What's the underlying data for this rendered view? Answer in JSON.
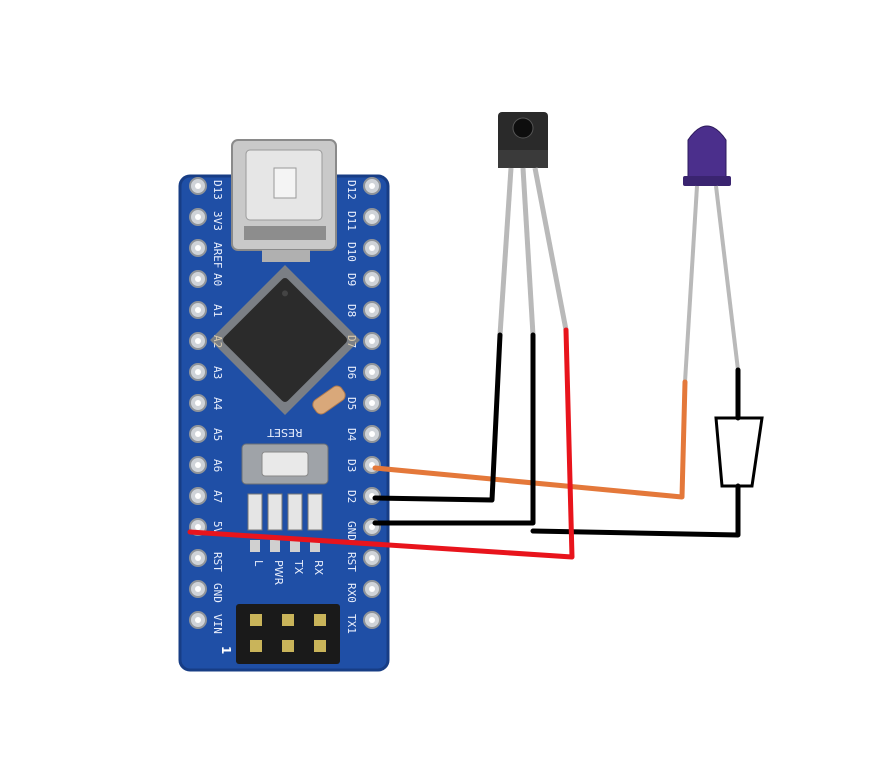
{
  "board": {
    "left_pins": [
      "D13",
      "3V3",
      "AREF",
      "A0",
      "A1",
      "A2",
      "A3",
      "A4",
      "A5",
      "A6",
      "A7",
      "5V",
      "RST",
      "GND",
      "VIN"
    ],
    "right_pins": [
      "D12",
      "D11",
      "D10",
      "D9",
      "D8",
      "D7",
      "D6",
      "D5",
      "D4",
      "D3",
      "D2",
      "GND",
      "RST",
      "RX0",
      "TX1"
    ],
    "silk_reset": "RESET",
    "silk_leds": [
      "L",
      "PWR",
      "TX",
      "RX"
    ],
    "header_marker": "1"
  },
  "colors": {
    "pcb": "#1f4fa6",
    "pcb_edge": "#173d85",
    "wire_black": "#000000",
    "wire_red": "#e8141c",
    "wire_orange": "#e4783a",
    "led_body": "#4b2f8c",
    "receiver_body": "#2a2a2a"
  },
  "icons": {
    "usb": "mini-usb-connector-icon",
    "chip": "microcontroller-chip-icon",
    "reset": "reset-button-icon",
    "receiver": "ir-receiver-icon",
    "led": "ir-led-icon",
    "resistor": "resistor-icon"
  }
}
